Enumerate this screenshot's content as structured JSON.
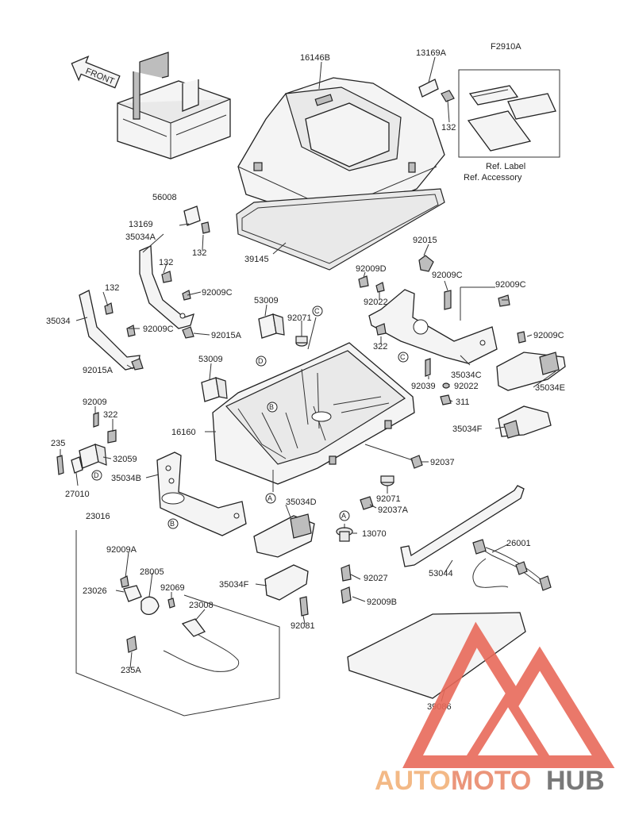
{
  "diagram": {
    "figure_id": "F2910A",
    "front_label": "FRONT",
    "ref_label": "Ref. Label",
    "ref_accessory": "Ref. Accessory"
  },
  "parts": [
    {
      "id": "p16146B",
      "text": "16146B"
    },
    {
      "id": "p13169A",
      "text": "13169A"
    },
    {
      "id": "p132a",
      "text": "132"
    },
    {
      "id": "p56008",
      "text": "56008"
    },
    {
      "id": "p13169",
      "text": "13169"
    },
    {
      "id": "p132b",
      "text": "132"
    },
    {
      "id": "p35034A",
      "text": "35034A"
    },
    {
      "id": "p39145",
      "text": "39145"
    },
    {
      "id": "p132c",
      "text": "132"
    },
    {
      "id": "p132d",
      "text": "132"
    },
    {
      "id": "p92009Ca",
      "text": "92009C"
    },
    {
      "id": "p35034",
      "text": "35034"
    },
    {
      "id": "p92009Cb",
      "text": "92009C"
    },
    {
      "id": "p92015A",
      "text": "92015A"
    },
    {
      "id": "p92015Aa",
      "text": "92015A"
    },
    {
      "id": "p53009a",
      "text": "53009"
    },
    {
      "id": "p92071a",
      "text": "92071"
    },
    {
      "id": "p53009b",
      "text": "53009"
    },
    {
      "id": "p92015",
      "text": "92015"
    },
    {
      "id": "p92009D",
      "text": "92009D"
    },
    {
      "id": "p92009Cc",
      "text": "92009C"
    },
    {
      "id": "p92022a",
      "text": "92022"
    },
    {
      "id": "p92009Cd",
      "text": "92009C"
    },
    {
      "id": "p322a",
      "text": "322"
    },
    {
      "id": "p92009Ce",
      "text": "92009C"
    },
    {
      "id": "p35034C",
      "text": "35034C"
    },
    {
      "id": "p92039",
      "text": "92039"
    },
    {
      "id": "p92022b",
      "text": "92022"
    },
    {
      "id": "p35034E",
      "text": "35034E"
    },
    {
      "id": "p311",
      "text": "311"
    },
    {
      "id": "p92009",
      "text": "92009"
    },
    {
      "id": "p322b",
      "text": "322"
    },
    {
      "id": "p16160",
      "text": "16160"
    },
    {
      "id": "p35034F",
      "text": "35034F"
    },
    {
      "id": "p235",
      "text": "235"
    },
    {
      "id": "p32059",
      "text": "32059"
    },
    {
      "id": "p35034B",
      "text": "35034B"
    },
    {
      "id": "p27010",
      "text": "27010"
    },
    {
      "id": "p92037",
      "text": "92037"
    },
    {
      "id": "p92071b",
      "text": "92071"
    },
    {
      "id": "p92037A",
      "text": "92037A"
    },
    {
      "id": "p35034D",
      "text": "35034D"
    },
    {
      "id": "p23016",
      "text": "23016"
    },
    {
      "id": "p13070",
      "text": "13070"
    },
    {
      "id": "p26001",
      "text": "26001"
    },
    {
      "id": "p92009A",
      "text": "92009A"
    },
    {
      "id": "p28005",
      "text": "28005"
    },
    {
      "id": "p23026",
      "text": "23026"
    },
    {
      "id": "p92069",
      "text": "92069"
    },
    {
      "id": "p35034Fb",
      "text": "35034F"
    },
    {
      "id": "p92027",
      "text": "92027"
    },
    {
      "id": "p53044",
      "text": "53044"
    },
    {
      "id": "p23008",
      "text": "23008"
    },
    {
      "id": "p92009B",
      "text": "92009B"
    },
    {
      "id": "p92081",
      "text": "92081"
    },
    {
      "id": "p235A",
      "text": "235A"
    },
    {
      "id": "p39086",
      "text": "39086"
    }
  ],
  "callouts": [
    "A",
    "B",
    "C",
    "D"
  ],
  "watermark": {
    "auto": "AUTO",
    "moto": "MOTO",
    "hub": "HUB",
    "color_auto": "#f2b27a",
    "color_moto": "#e98a6c",
    "color_hub": "#6b6b6b",
    "logo_color": "#e86a5a"
  }
}
